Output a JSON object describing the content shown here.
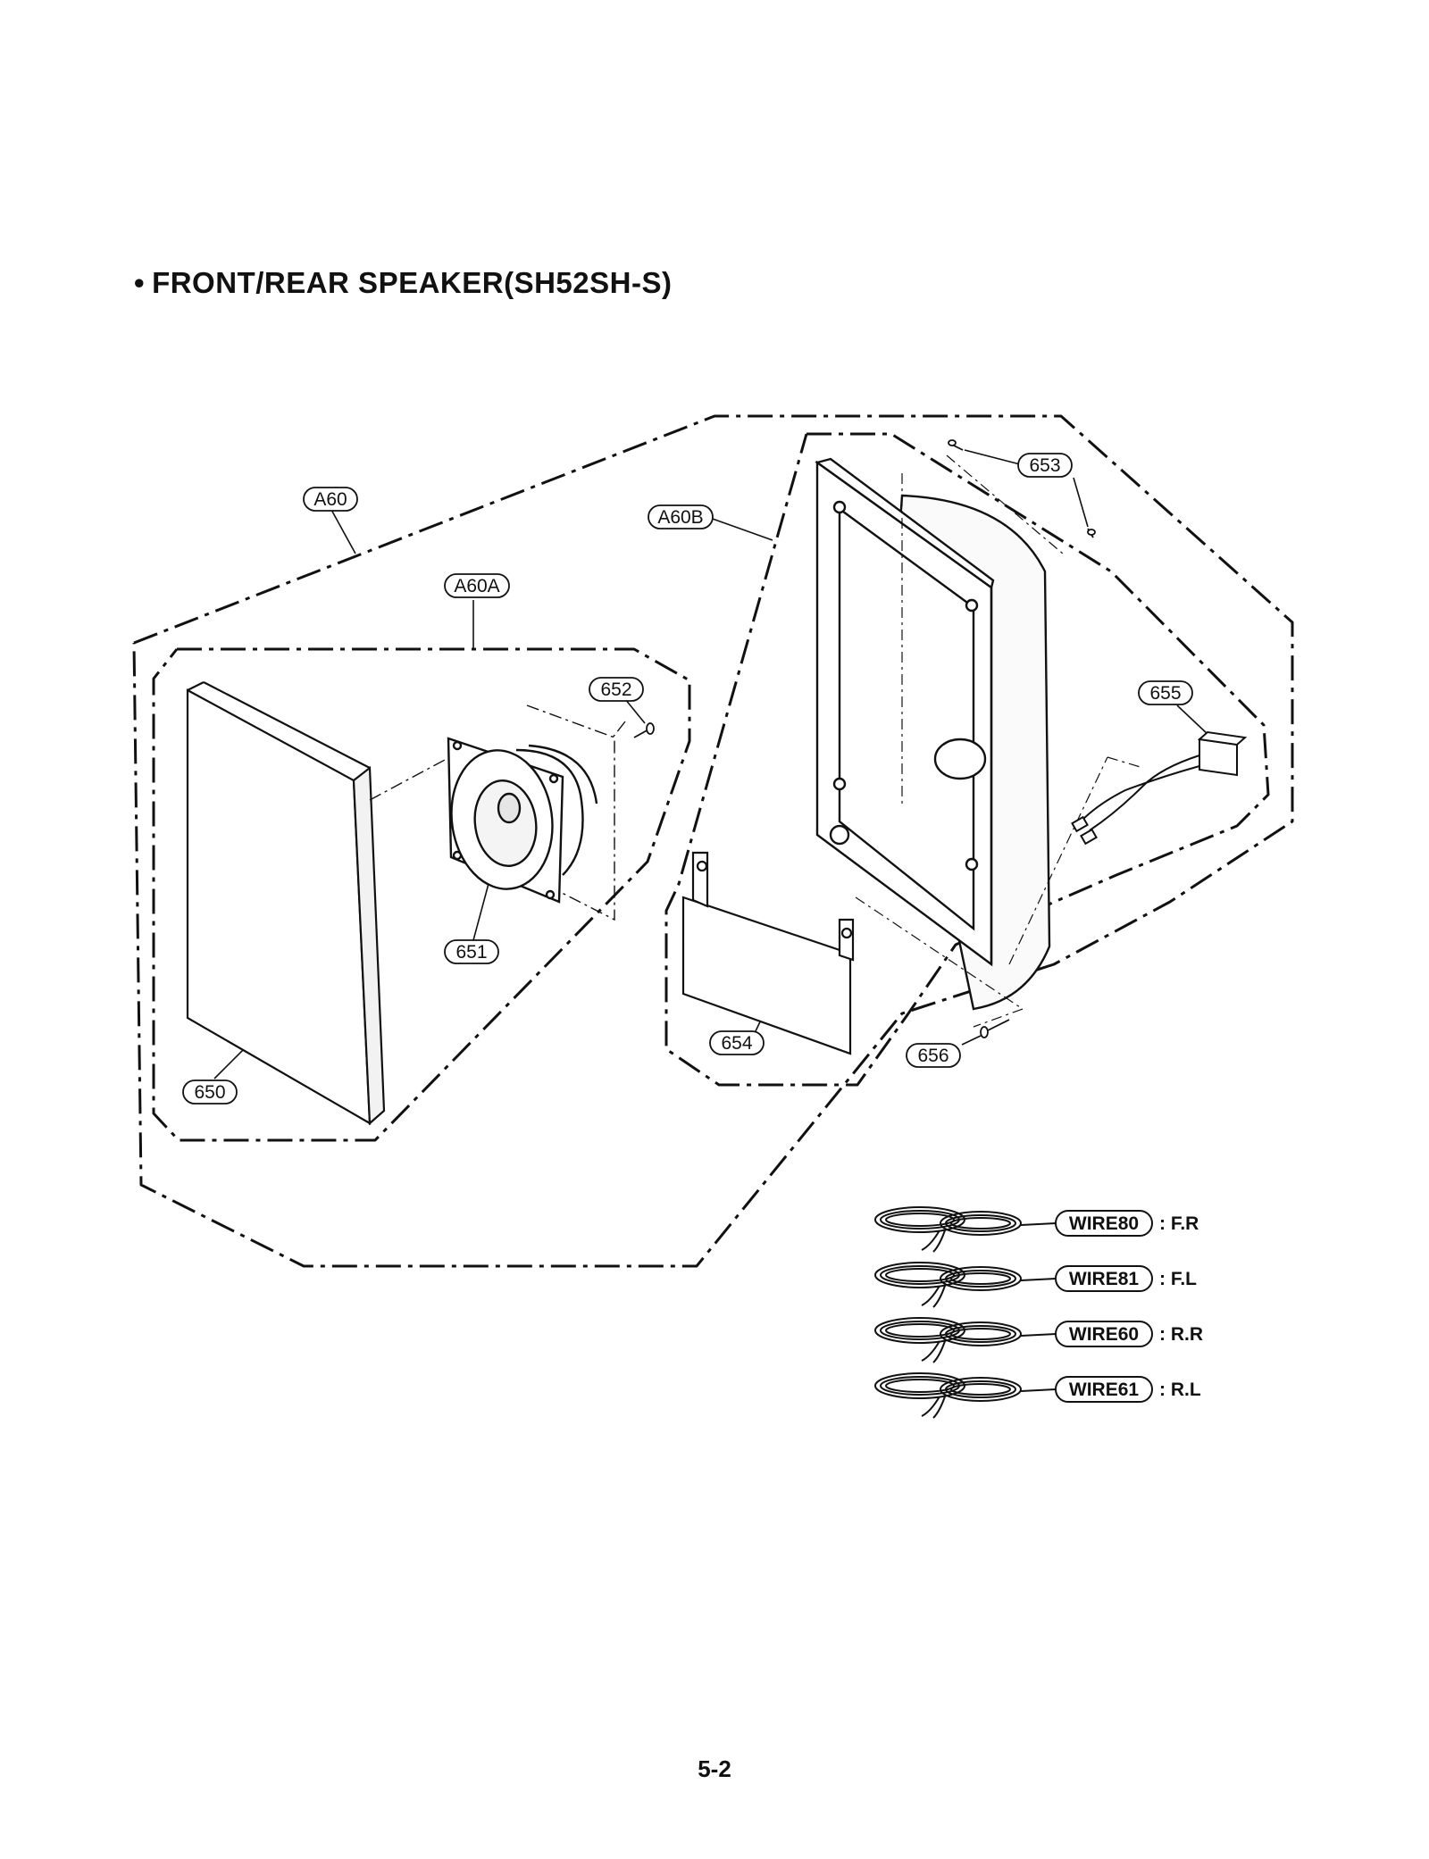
{
  "title": {
    "bullet": "•",
    "text": "FRONT/REAR SPEAKER(SH52SH-S)"
  },
  "page_number": "5-2",
  "labels": {
    "A60": "A60",
    "A60A": "A60A",
    "A60B": "A60B",
    "p650": "650",
    "p651": "651",
    "p652": "652",
    "p653": "653",
    "p654": "654",
    "p655": "655",
    "p656": "656"
  },
  "wires": [
    {
      "code": "WIRE80",
      "suffix": ": F.R"
    },
    {
      "code": "WIRE81",
      "suffix": ": F.L"
    },
    {
      "code": "WIRE60",
      "suffix": ": R.R"
    },
    {
      "code": "WIRE61",
      "suffix": ": R.L"
    }
  ],
  "colors": {
    "ink": "#111111",
    "paper": "#ffffff"
  }
}
